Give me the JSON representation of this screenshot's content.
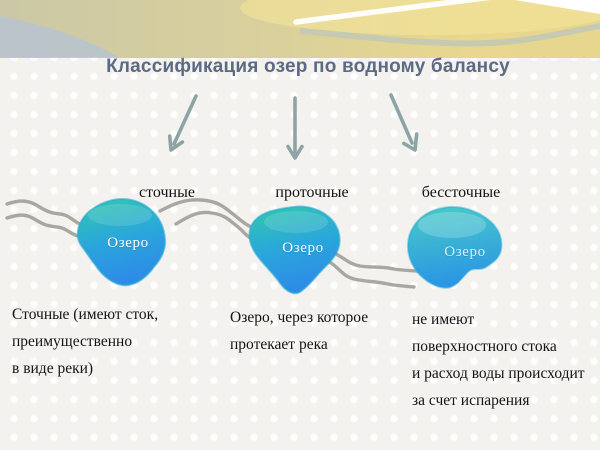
{
  "slide": {
    "title": "Классификация озер по водному балансу",
    "categories": [
      {
        "id": "stochnye",
        "label": "сточные"
      },
      {
        "id": "protochnye",
        "label": "проточные"
      },
      {
        "id": "besstochnye",
        "label": "бессточные"
      }
    ],
    "lakes": [
      {
        "label": "Озеро"
      },
      {
        "label": "Озеро"
      },
      {
        "label": "Озеро"
      }
    ],
    "descriptions": [
      {
        "lines": [
          "Сточные (имеют сток,",
          "преимущественно",
          "в виде реки)"
        ]
      },
      {
        "lines": [
          "Озеро, через которое",
          "протекает река"
        ]
      },
      {
        "lines": [
          "не имеют",
          "поверхностного стока",
          "и расход воды происходит",
          "за счет испарения"
        ]
      }
    ],
    "colors": {
      "title_text": "#5c6a84",
      "body_text": "#141414",
      "arrow": "#8da4a5",
      "river": "#a8a8a1",
      "lake_top": "#33c9ac",
      "lake_mid": "#2aa6dc",
      "lake_bottom": "#2d8ce6",
      "lake3_top": "#49cdc6",
      "lake3_bottom": "#2b95e5",
      "lake_edge": "#28a9d6",
      "band_olive": "#cbc8a6",
      "band_gold": "#e8d78d",
      "band_gold_bright": "#f2e39a",
      "band_bluegray": "#b8c4cb",
      "band_graygreen": "#c3c9b5"
    }
  }
}
